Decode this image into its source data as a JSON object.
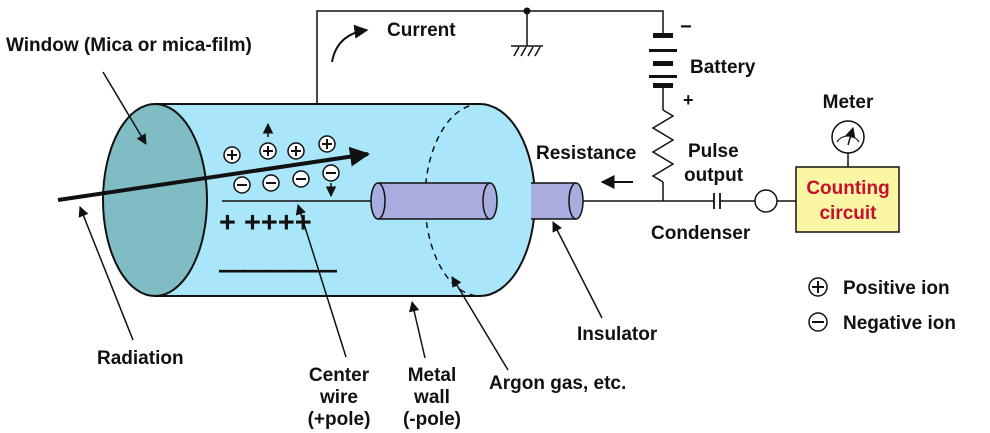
{
  "labels": {
    "window": "Window (Mica or mica-film)",
    "current": "Current",
    "battery": "Battery",
    "battery_minus": "−",
    "battery_plus": "+",
    "meter": "Meter",
    "resistance": "Resistance",
    "pulse_output_line1": "Pulse",
    "pulse_output_line2": "output",
    "counting_circuit_line1": "Counting",
    "counting_circuit_line2": "circuit",
    "condenser": "Condenser",
    "insulator": "Insulator",
    "radiation": "Radiation",
    "center_wire_line1": "Center",
    "center_wire_line2": "wire",
    "center_wire_line3": "(+pole)",
    "metal_wall_line1": "Metal",
    "metal_wall_line2": "wall",
    "metal_wall_line3": "(-pole)",
    "argon_gas": "Argon gas, etc.",
    "plus_signs": "+ ++++",
    "minus_signs": "—————"
  },
  "legend": {
    "positive_ion": "Positive ion",
    "negative_ion": "Negative ion"
  },
  "colors": {
    "tube_fill": "#a9e6fa",
    "window_fill": "#7fbcc4",
    "electrode_fill": "#a8acdf",
    "counting_box_fill": "#fbf6a4",
    "counting_text": "#c8102e",
    "line": "#111111"
  }
}
